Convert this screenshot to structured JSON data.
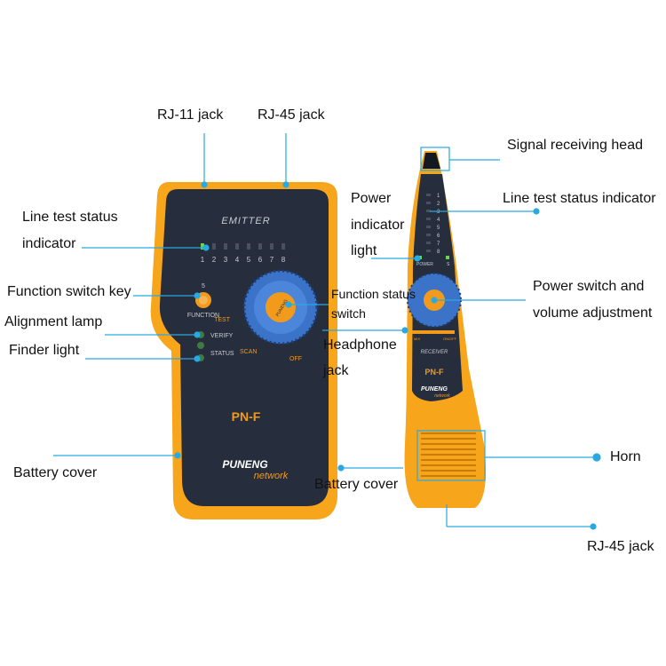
{
  "colors": {
    "leader_line": "#29a9e1",
    "device_body": "#f7a51a",
    "device_face": "#262d3c",
    "knob_ring": "#3b73c8",
    "knob_center": "#f29a1c"
  },
  "emitter": {
    "header": "EMITTER",
    "led_numbers": [
      "1",
      "2",
      "3",
      "4",
      "5",
      "6",
      "7",
      "8"
    ],
    "mode_number": "5",
    "function_label": "FUNCTION",
    "test_label": "TEST",
    "verify_label": "VERIFY",
    "status_label": "STATUS",
    "scan_label": "SCAN",
    "off_label": "OFF",
    "model": "PN-F",
    "brand": "PUNENG",
    "brand_sub": "network",
    "knob_text": "PUNENG"
  },
  "receiver": {
    "led_numbers": [
      "1",
      "2",
      "3",
      "4",
      "5",
      "6",
      "7",
      "8"
    ],
    "power_label": "POWER",
    "s_label": "S",
    "vol_low": "MIX",
    "vol_high": "ON/OFF",
    "header": "RECEIVER",
    "model": "PN-F",
    "brand": "PUNENG",
    "brand_sub": "network"
  },
  "labels": {
    "rj11_jack": "RJ-11 jack",
    "rj45_jack_top": "RJ-45 jack",
    "line_test_status_left_1": "Line test status",
    "line_test_status_left_2": "indicator",
    "function_switch_key": "Function switch key",
    "alignment_lamp": "Alignment lamp",
    "finder_light": "Finder light",
    "battery_cover_left": "Battery cover",
    "function_status_1": "Function status",
    "function_status_2": "switch",
    "headphone_1": "Headphone",
    "headphone_2": "jack",
    "battery_cover_mid": "Battery cover",
    "power_indicator_1": "Power",
    "power_indicator_2": "indicator",
    "power_indicator_3": "light",
    "signal_receiving_head": "Signal receiving head",
    "line_test_status_right": "Line test status indicator",
    "power_switch_1": "Power switch and",
    "power_switch_2": "volume adjustment",
    "horn": "Horn",
    "rj45_jack_bottom": "RJ-45 jack"
  }
}
